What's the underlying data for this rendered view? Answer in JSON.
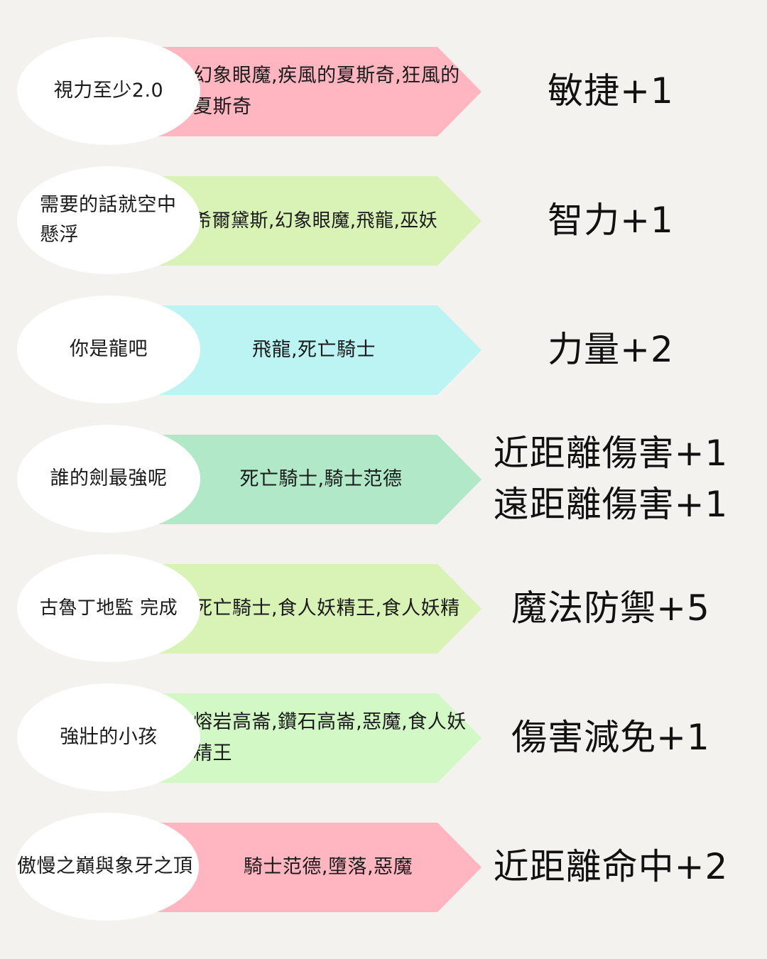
{
  "rows": [
    {
      "condition": "視力至少2.0",
      "monsters": "幻象眼魔,疾風的夏斯奇,狂風的夏斯奇",
      "bonus": [
        "敏捷+1"
      ],
      "arrow_color": "#ffb6c1"
    },
    {
      "condition": "需要的話就空中懸浮",
      "monsters": "希爾黛斯,幻象眼魔,飛龍,巫妖",
      "bonus": [
        "智力+1"
      ],
      "arrow_color": "#d9f2b6"
    },
    {
      "condition": "你是龍吧",
      "monsters": "飛龍,死亡騎士",
      "bonus": [
        "力量+2"
      ],
      "arrow_color": "#bcf3f3"
    },
    {
      "condition": "誰的劍最強呢",
      "monsters": "死亡騎士,騎士范德",
      "bonus": [
        "近距離傷害+1",
        "遠距離傷害+1"
      ],
      "arrow_color": "#b0e8c8"
    },
    {
      "condition": "古魯丁地監 完成",
      "monsters": "死亡騎士,食人妖精王,食人妖精",
      "bonus": [
        "魔法防禦+5"
      ],
      "arrow_color": "#d9f2b6"
    },
    {
      "condition": "強壯的小孩",
      "monsters": "熔岩高崙,鑽石高崙,惡魔,食人妖精王",
      "bonus": [
        "傷害減免+1"
      ],
      "arrow_color": "#d2f8c6"
    },
    {
      "condition": "傲慢之巔與象牙之頂",
      "monsters": "騎士范德,墮落,惡魔",
      "bonus": [
        "近距離命中+2"
      ],
      "arrow_color": "#ffb6c1"
    }
  ]
}
